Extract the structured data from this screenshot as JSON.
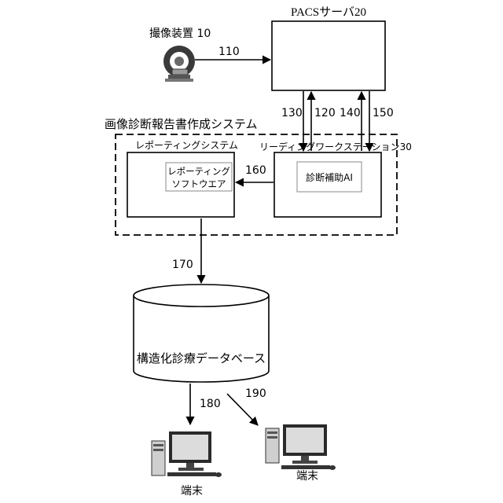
{
  "imaging_device": {
    "label": "撮像装置",
    "ref": "10"
  },
  "pacs_server": {
    "label": "PACSサーバ",
    "ref": "20"
  },
  "system_title": "画像診断報告書作成システム",
  "reporting_system": {
    "title": "レポーティングシステム",
    "software_line1": "レポーティング",
    "software_line2": "ソフトウエア"
  },
  "reading_workstation": {
    "title": "リーディングワークステーション",
    "ref": "30",
    "ai_label": "診断補助AI"
  },
  "database": {
    "label": "構造化診療データベース"
  },
  "terminals": [
    {
      "label": "端末"
    },
    {
      "label": "端末"
    }
  ],
  "arrows": {
    "a110": "110",
    "a120": "120",
    "a130": "130",
    "a140": "140",
    "a150": "150",
    "a160": "160",
    "a170": "170",
    "a180": "180",
    "a190": "190"
  }
}
